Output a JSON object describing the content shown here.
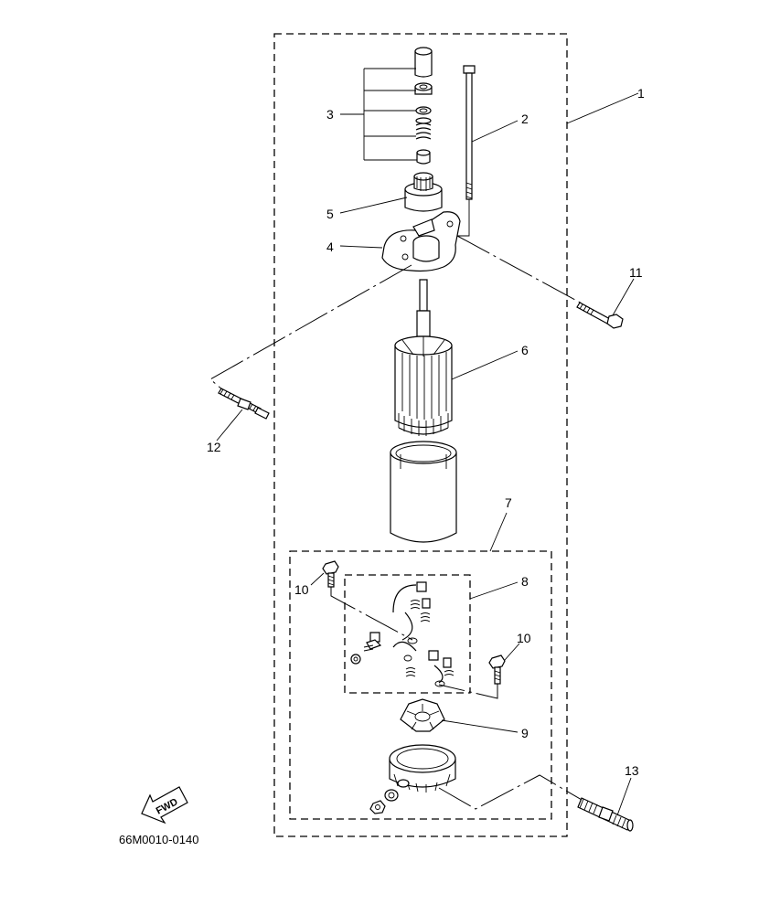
{
  "diagram": {
    "callouts": [
      "1",
      "2",
      "3",
      "4",
      "5",
      "6",
      "7",
      "8",
      "9",
      "10",
      "10",
      "11",
      "12",
      "13"
    ],
    "fwd_label": "FWD",
    "drawing_code": "66M0010-0140"
  }
}
